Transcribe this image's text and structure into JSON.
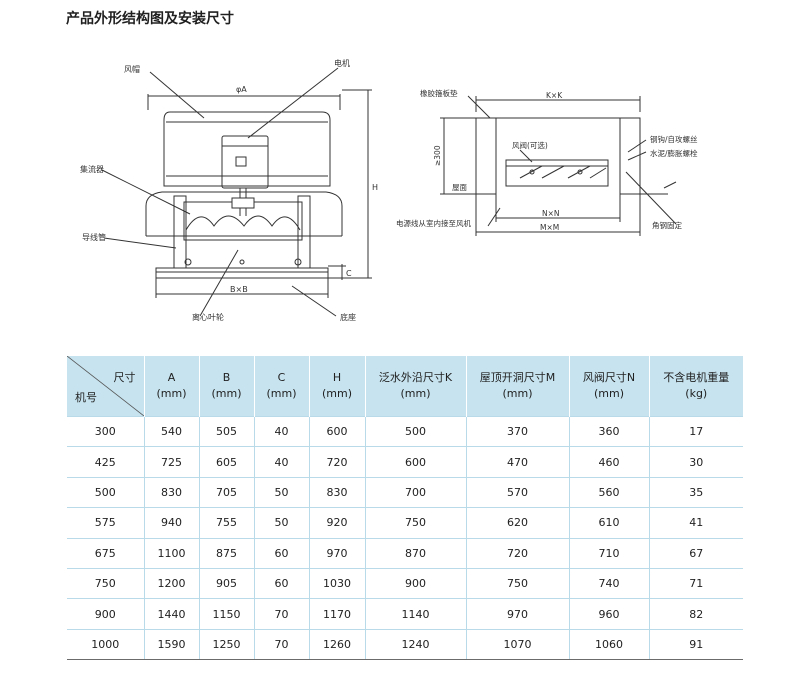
{
  "title": "产品外形结构图及安装尺寸",
  "diagram": {
    "left_labels": {
      "hood": "风帽",
      "motor": "电机",
      "phiA": "φA",
      "collector": "集流器",
      "conduit": "导线管",
      "H": "H",
      "C": "C",
      "BxB": "B×B",
      "impeller": "离心叶轮",
      "base": "底座"
    },
    "right_labels": {
      "gasket": "橡胶箍板垫",
      "KxK": "K×K",
      "h300": "≥300",
      "damper": "风阀(可选)",
      "screw": "钢钩/自攻螺丝",
      "bolt": "水泥/膨胀螺栓",
      "roof": "屋面",
      "NxN": "N×N",
      "MxM": "M×M",
      "cable": "电源线从室内接至风机",
      "angle": "角钢固定"
    }
  },
  "table": {
    "corner_top": "尺寸",
    "corner_bottom": "机号",
    "columns": [
      {
        "name": "A",
        "unit": "(mm)"
      },
      {
        "name": "B",
        "unit": "(mm)"
      },
      {
        "name": "C",
        "unit": "(mm)"
      },
      {
        "name": "H",
        "unit": "(mm)"
      },
      {
        "name": "泛水外沿尺寸K",
        "unit": "(mm)"
      },
      {
        "name": "屋顶开洞尺寸M",
        "unit": "(mm)"
      },
      {
        "name": "风阀尺寸N",
        "unit": "(mm)"
      },
      {
        "name": "不含电机重量",
        "unit": "(kg)"
      }
    ],
    "rows": [
      [
        "300",
        "540",
        "505",
        "40",
        "600",
        "500",
        "370",
        "360",
        "17"
      ],
      [
        "425",
        "725",
        "605",
        "40",
        "720",
        "600",
        "470",
        "460",
        "30"
      ],
      [
        "500",
        "830",
        "705",
        "50",
        "830",
        "700",
        "570",
        "560",
        "35"
      ],
      [
        "575",
        "940",
        "755",
        "50",
        "920",
        "750",
        "620",
        "610",
        "41"
      ],
      [
        "675",
        "1100",
        "875",
        "60",
        "970",
        "870",
        "720",
        "710",
        "67"
      ],
      [
        "750",
        "1200",
        "905",
        "60",
        "1030",
        "900",
        "750",
        "740",
        "71"
      ],
      [
        "900",
        "1440",
        "1150",
        "70",
        "1170",
        "1140",
        "970",
        "960",
        "82"
      ],
      [
        "1000",
        "1590",
        "1250",
        "70",
        "1260",
        "1240",
        "1070",
        "1060",
        "91"
      ]
    ]
  }
}
